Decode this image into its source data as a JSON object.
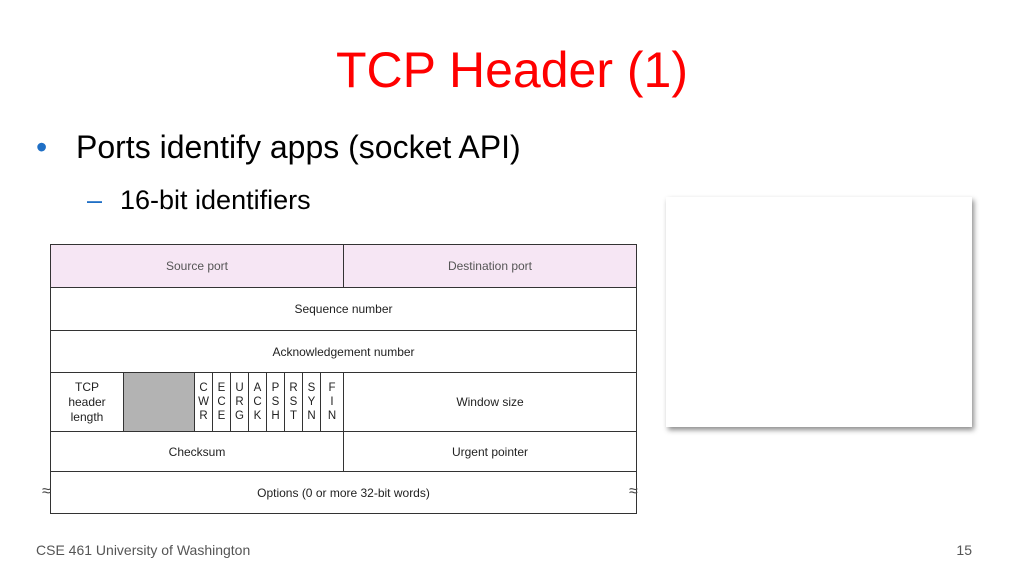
{
  "slide": {
    "title": "TCP Header (1)",
    "bullet": "Ports identify apps (socket API)",
    "bullet_marker": "•",
    "sub_bullet": "16-bit identifiers",
    "sub_marker": "–"
  },
  "header": {
    "source_port": "Source port",
    "destination_port": "Destination port",
    "sequence_number": "Sequence number",
    "acknowledgement_number": "Acknowledgement number",
    "tcp_header_length": [
      "TCP",
      "header",
      "length"
    ],
    "flags": [
      [
        "C",
        "W",
        "R"
      ],
      [
        "E",
        "C",
        "E"
      ],
      [
        "U",
        "R",
        "G"
      ],
      [
        "A",
        "C",
        "K"
      ],
      [
        "P",
        "S",
        "H"
      ],
      [
        "R",
        "S",
        "T"
      ],
      [
        "S",
        "Y",
        "N"
      ],
      [
        "F",
        "I",
        "N"
      ]
    ],
    "window_size": "Window size",
    "checksum": "Checksum",
    "urgent_pointer": "Urgent pointer",
    "options": "Options (0 or more 32-bit words)"
  },
  "footer": {
    "course": "CSE 461 University of Washington",
    "page_number": "15"
  },
  "colors": {
    "title": "#ff0000",
    "bullet_marker": "#1f6fc5",
    "port_fill": "#f6e6f4",
    "reserved_fill": "#b3b3b3"
  }
}
